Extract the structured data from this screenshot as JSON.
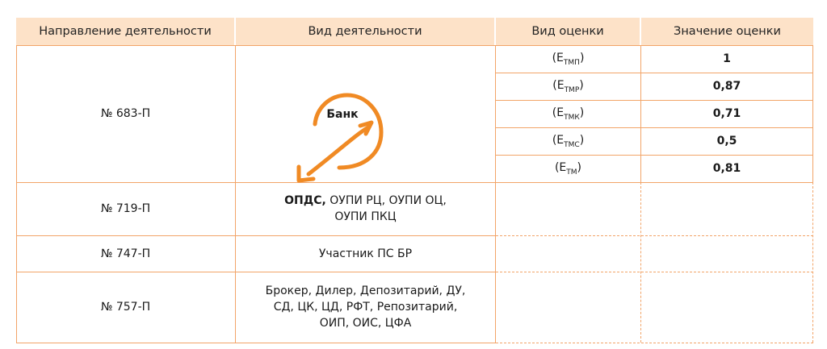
{
  "headers": {
    "direction": "Направление деятельности",
    "activity": "Вид деятельности",
    "assessment_type": "Вид оценки",
    "assessment_value": "Значение оценки"
  },
  "rows": [
    {
      "direction": "№ 683-П",
      "activity_logo_label": "Банк"
    },
    {
      "direction": "№ 719-П",
      "activity_bold": "ОПДС,",
      "activity_rest": " ОУПИ РЦ, ОУПИ ОЦ,",
      "activity_line2": "ОУПИ ПКЦ"
    },
    {
      "direction": "№ 747-П",
      "activity": "Участник ПС БР"
    },
    {
      "direction": "№ 757-П",
      "activity_line1": "Брокер, Дилер, Депозитарий, ДУ,",
      "activity_line2": "СД, ЦК, ЦД, РФТ, Репозитарий,",
      "activity_line3": "ОИП, ОИС, ЦФА"
    }
  ],
  "assessments": [
    {
      "base": "(E",
      "sub": "ТМП",
      "close": ")",
      "value": "1"
    },
    {
      "base": "(E",
      "sub": "ТМР",
      "close": ")",
      "value": "0,87"
    },
    {
      "base": "(E",
      "sub": "ТМК",
      "close": ")",
      "value": "0,71"
    },
    {
      "base": "(E",
      "sub": "ТМС",
      "close": ")",
      "value": "0,5"
    },
    {
      "base": "(E",
      "sub": "ТМ",
      "close": ")",
      "value": "0,81"
    }
  ],
  "colors": {
    "accent": "#f08a24",
    "header_bg": "#fde2c8",
    "border": "#f2a468"
  }
}
